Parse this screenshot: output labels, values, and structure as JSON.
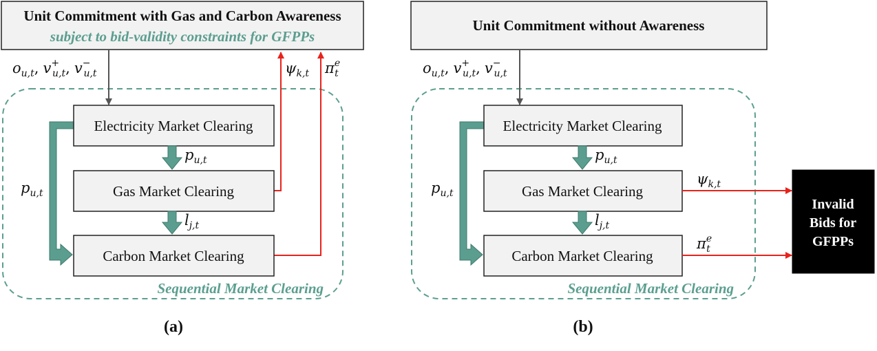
{
  "colors": {
    "teal": "#5b9e8f",
    "red": "#e8221c",
    "box_fill": "#f2f2f2",
    "invalid_fill": "#000000",
    "gray_arrow": "#555555"
  },
  "panel_a": {
    "top_title": "Unit Commitment with Gas and Carbon Awareness",
    "top_subtitle": "subject to bid-validity constraints for GFPPs",
    "group_label": "Sequential Market Clearing",
    "electricity_box": "Electricity Market Clearing",
    "gas_box": "Gas Market Clearing",
    "carbon_box": "Carbon Market Clearing",
    "caption": "(a)"
  },
  "panel_b": {
    "top_title": "Unit Commitment without Awareness",
    "group_label": "Sequential Market Clearing",
    "electricity_box": "Electricity Market Clearing",
    "gas_box": "Gas Market Clearing",
    "carbon_box": "Carbon Market Clearing",
    "invalid_line1": "Invalid",
    "invalid_line2": "Bids for",
    "invalid_line3": "GFPPs",
    "caption": "(b)"
  },
  "math": {
    "o_var": "o",
    "o_sub": "u,t",
    "v_var": "v",
    "v_plus_sup": "+",
    "v_minus_sup": "−",
    "v_sub": "u,t",
    "p_var": "p",
    "p_sub": "u,t",
    "l_var": "l",
    "l_sub": "j,t",
    "psi_var": "ψ",
    "psi_sub": "k,t",
    "pi_var": "π",
    "pi_sup": "e",
    "pi_sub": "t",
    "comma": ","
  }
}
